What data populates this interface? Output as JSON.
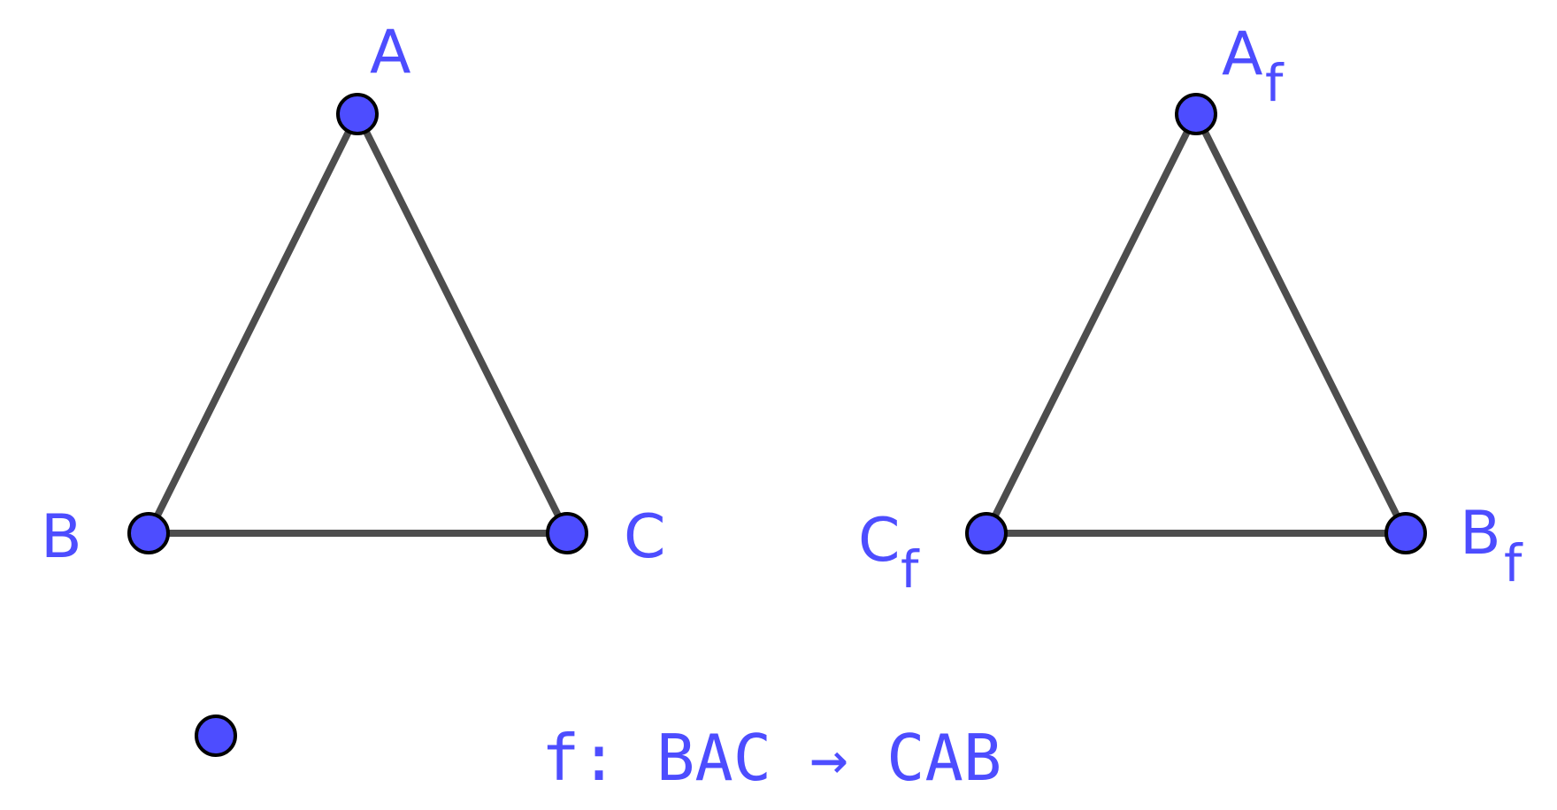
{
  "colors": {
    "point_fill": "#4d4dff",
    "point_stroke": "#000000",
    "edge": "#4d4d4d",
    "label": "#4d4dff",
    "background": "#ffffff"
  },
  "triangle_original": {
    "label_a": "A",
    "label_b": "B",
    "label_c": "C"
  },
  "triangle_image": {
    "label_a": "A",
    "label_b": "B",
    "label_c": "C",
    "subscript": "f"
  },
  "formula": {
    "text": "f: BAC → CAB"
  }
}
